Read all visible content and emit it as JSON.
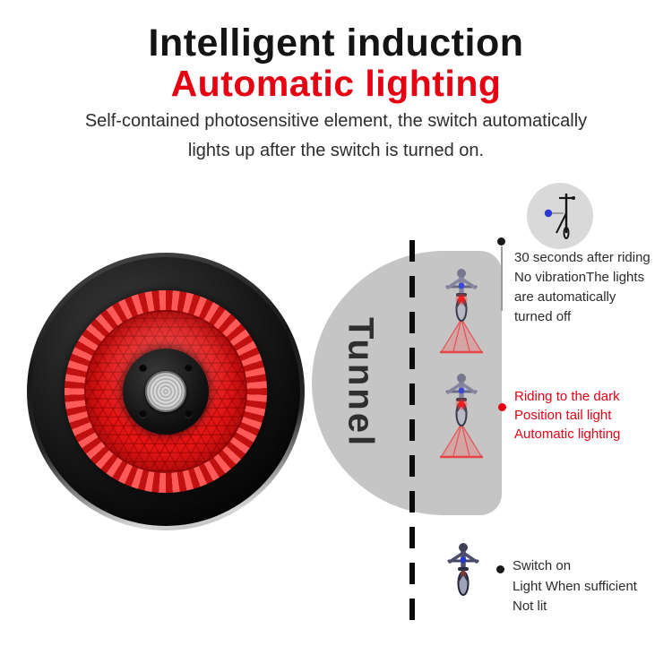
{
  "header": {
    "title": "Intelligent induction",
    "subtitle": "Automatic lighting",
    "description": [
      "Self-contained photosensitive element, the switch automatically",
      "lights up after the switch is turned on."
    ]
  },
  "diagram": {
    "tunnel_label": "Tunnel",
    "annotations": [
      {
        "color": "#2b2b2b",
        "lines": [
          "30 seconds after riding",
          "No vibrationThe lights",
          "are automatically",
          "turned off"
        ]
      },
      {
        "color": "#e60012",
        "lines": [
          "Riding to the dark",
          "Position tail light",
          "Automatic lighting"
        ]
      },
      {
        "color": "#2b2b2b",
        "lines": [
          "Switch on",
          "Light When sufficient",
          "Not lit"
        ]
      }
    ]
  },
  "icons": {
    "parked_bike": "parked-bike-in-circle-icon",
    "cyclist_lit": "cyclist-rear-with-red-beam-icon",
    "cyclist_unlit": "cyclist-rear-no-beam-icon"
  },
  "colors": {
    "accent_red": "#e60012",
    "reflector_red": "#e81616",
    "tunnel_gray": "#c5c5c5",
    "rider_blue": "#2b39cf"
  }
}
